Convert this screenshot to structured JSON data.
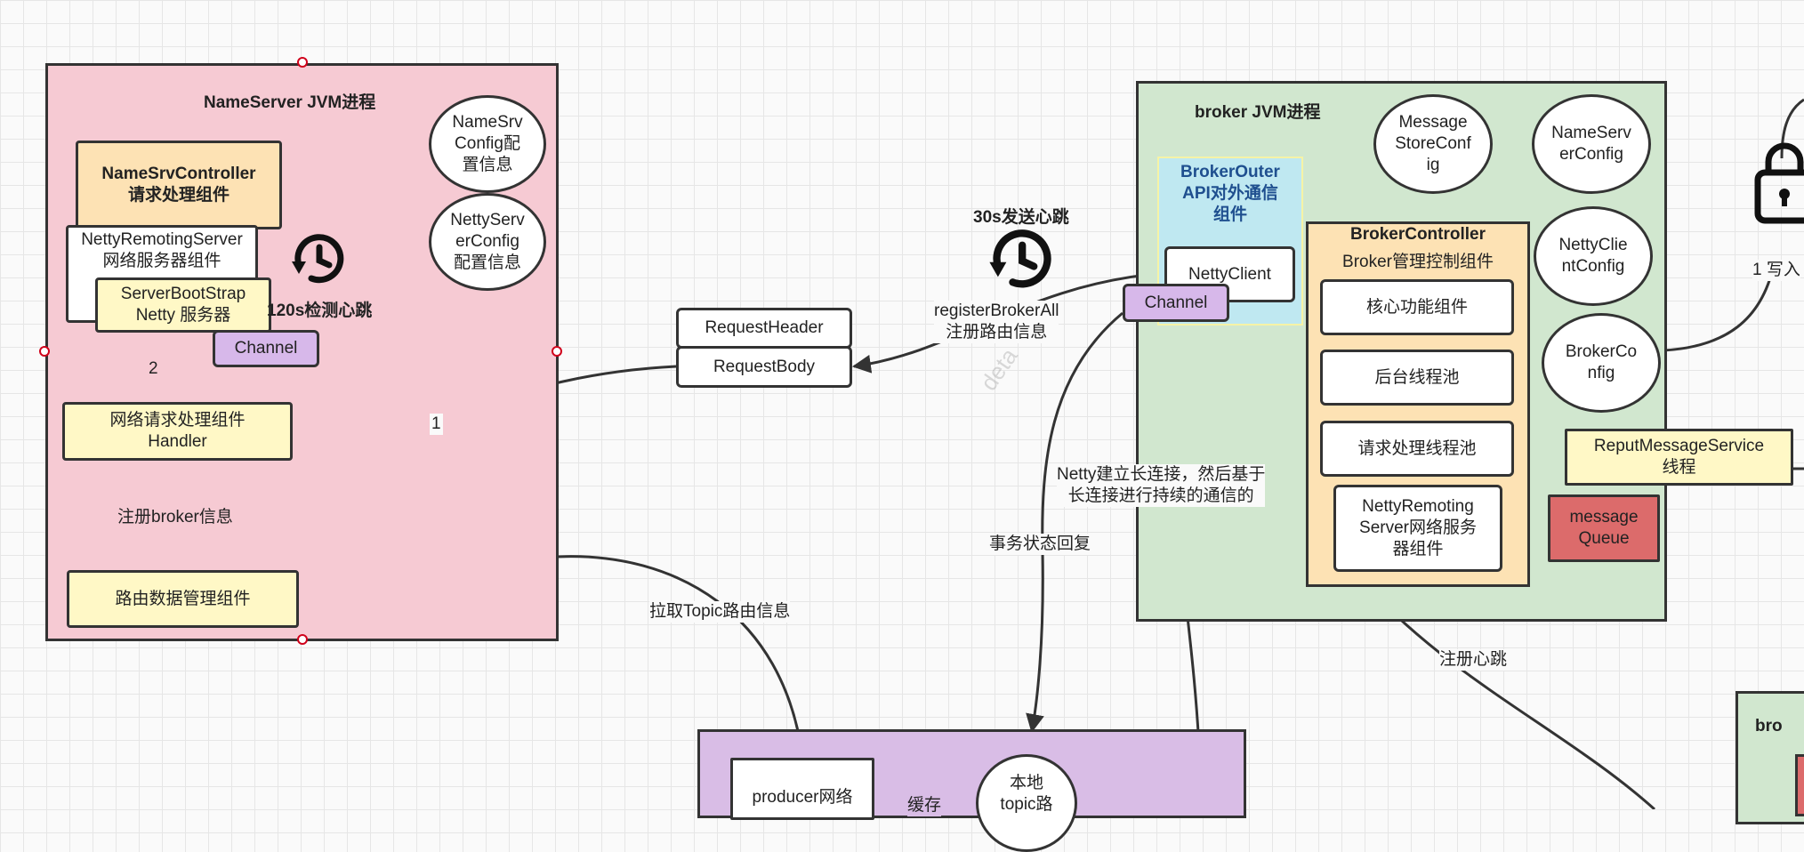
{
  "nameserver": {
    "title": "NameServer  JVM进程",
    "controller": "NameSrvController\n请求处理组件",
    "netty_server": "NettyRemotingServer\n网络服务器组件",
    "bootstrap": "ServerBootStrap\nNetty 服务器",
    "channel": "Channel",
    "handler": "网络请求处理组件\nHandler",
    "route_mgr": "路由数据管理组件",
    "namesrv_config": "NameSrv\nConfig配\n置信息",
    "netty_server_config": "NettyServ\nerConfig\n配置信息",
    "heartbeat_check": "120s检测心跳",
    "arrow2": "2",
    "arrow_register_broker": "注册broker信息"
  },
  "request": {
    "header": "RequestHeader",
    "body": "RequestBody",
    "arrow1": "1"
  },
  "broker": {
    "title": "broker  JVM进程",
    "outer_api": "BrokerOuter\nAPI对外通信\n组件",
    "netty_client": "NettyClient",
    "channel": "Channel",
    "controller_title": "BrokerController",
    "controller_sub": "Broker管理控制组件",
    "core": "核心功能组件",
    "bg_pool": "后台线程池",
    "req_pool": "请求处理线程池",
    "netty_server": "NettyRemoting\nServer网络服务\n器组件",
    "msg_store_config": "Message\nStoreConf\nig",
    "nameserver_config": "NameServ\nerConfig",
    "netty_client_config": "NettyClie\nntConfig",
    "broker_config": "BrokerCo\nnfig",
    "message_queue": "message\nQueue",
    "reput": "ReputMessageService\n线程",
    "heartbeat_send": "30s发送心跳",
    "register_all": "registerBrokerAll\n注册路由信息",
    "write_label": "1 写入",
    "lock_icon": "lock-icon"
  },
  "links": {
    "pull_topic": "拉取Topic路由信息",
    "tx_reply": "事务状态回复",
    "long_conn": "Netty建立长连接，然后基于\n长连接进行持续的通信的",
    "register_heartbeat": "注册心跳"
  },
  "producer": {
    "network": "producer网络",
    "cache": "缓存",
    "local_topic": "本地\ntopic路"
  },
  "broker2": {
    "title_partial": "bro"
  },
  "watermark": "deta",
  "colors": {
    "nameserver_bg": "#f6cad3",
    "broker_bg": "#d1e7cf",
    "producer_bg": "#d9bde6",
    "yellow": "#fff8c6",
    "peach": "#fde2b4",
    "cyan": "#bfe8f1",
    "channel": "#d7b8ea",
    "queue": "#dc6b6b"
  }
}
